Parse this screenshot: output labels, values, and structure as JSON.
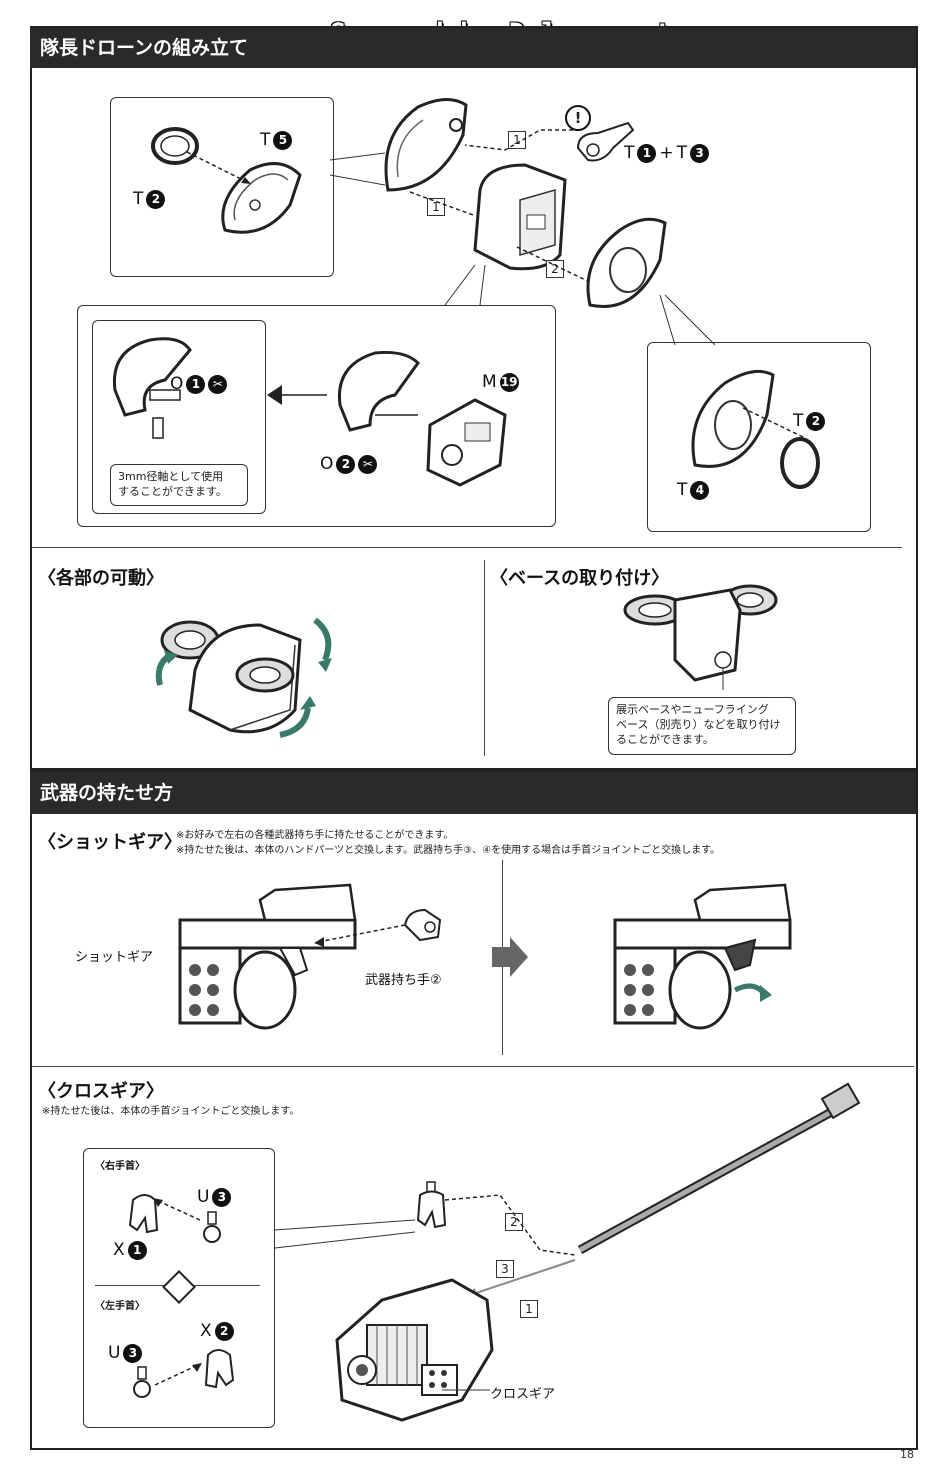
{
  "watermark": "Scanned by Dalong.net",
  "page_number": "18",
  "section1": {
    "title": "隊長ドローンの組み立て",
    "labels": {
      "t5": "T",
      "t5n": "5",
      "t2a": "T",
      "t2an": "2",
      "t1t3_t": "T",
      "t1n": "1",
      "plus": "+",
      "t3_t": "T",
      "t3n": "3",
      "o1": "O",
      "o1n": "1",
      "m19": "M",
      "m19n": "19",
      "o2": "O",
      "o2n": "2",
      "t2b": "T",
      "t2bn": "2",
      "t4": "T",
      "t4n": "4"
    },
    "steps": [
      "1",
      "1",
      "2"
    ],
    "warning": "!",
    "callout": "3mm径軸として使用\nすることができます。"
  },
  "section_movable": {
    "title": "〈各部の可動〉"
  },
  "section_base": {
    "title": "〈ベースの取り付け〉",
    "callout": "展示ベースやニューフライング\nベース（別売り）などを取り付け\nることができます。"
  },
  "section2": {
    "title": "武器の持たせ方",
    "shotgear": {
      "title": "〈ショットギア〉",
      "note1": "※お好みで左右の各種武器持ち手に持たせることができます。",
      "note2": "※持たせた後は、本体のハンドパーツと交換します。武器持ち手③、④を使用する場合は手首ジョイントごと交換します。",
      "label_gun": "ショットギア",
      "label_hand": "武器持ち手②"
    },
    "crossgear": {
      "title": "〈クロスギア〉",
      "note": "※持たせた後は、本体の手首ジョイントごと交換します。",
      "right_wrist": "〈右手首〉",
      "left_wrist": "〈左手首〉",
      "u3a": "U",
      "u3an": "3",
      "x1": "X",
      "x1n": "1",
      "x2": "X",
      "x2n": "2",
      "u3b": "U",
      "u3bn": "3",
      "steps": [
        "2",
        "3",
        "1"
      ],
      "label_gear": "クロスギア"
    }
  }
}
